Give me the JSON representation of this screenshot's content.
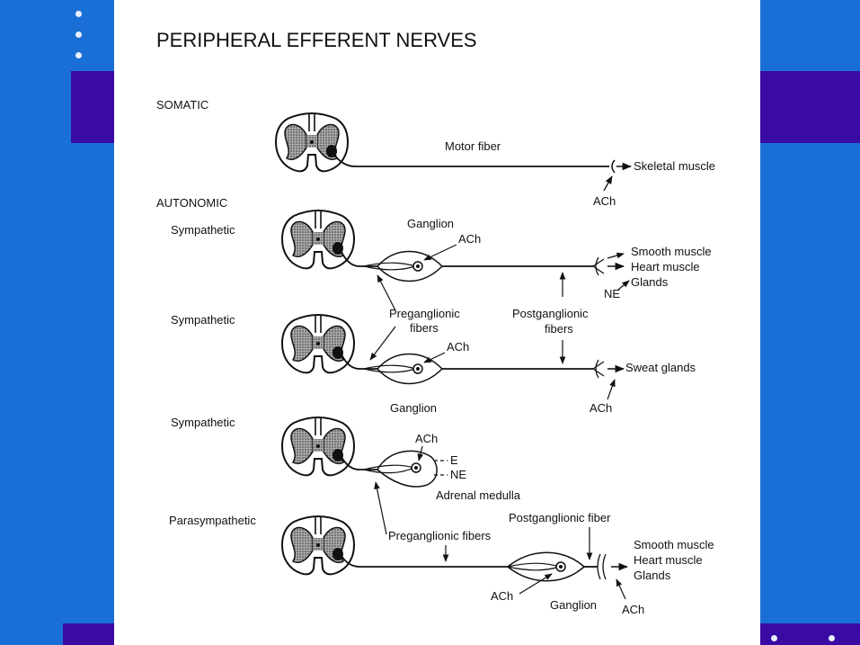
{
  "colors": {
    "background": "#1a6fd6",
    "band": "#3a0aa4",
    "slide": "#ffffff",
    "ink": "#111111",
    "bullet": "#e8f0ff"
  },
  "title": "PERIPHERAL EFFERENT NERVES",
  "sections": {
    "somatic": "SOMATIC",
    "autonomic": "AUTONOMIC"
  },
  "rows": {
    "somatic": {
      "fiber": "Motor fiber",
      "target": "Skeletal muscle",
      "transmitter": "ACh"
    },
    "sympathetic_1": {
      "label": "Sympathetic",
      "ganglion": "Ganglion",
      "ganglion_transmitter": "ACh",
      "targets": [
        "Smooth muscle",
        "Heart muscle",
        "Glands"
      ],
      "terminal_transmitter": "NE"
    },
    "shared_labels": {
      "preganglionic": [
        "Preganglionic",
        "fibers"
      ],
      "postganglionic": [
        "Postganglionic",
        "fibers"
      ]
    },
    "sympathetic_2": {
      "label": "Sympathetic",
      "ganglion_transmitter": "ACh",
      "target": "Sweat glands",
      "ganglion": "Ganglion",
      "terminal_transmitter": "ACh"
    },
    "sympathetic_3": {
      "label": "Sympathetic",
      "ganglion_transmitter": "ACh",
      "outputs": [
        "E",
        "NE"
      ],
      "organ": "Adrenal medulla"
    },
    "parasympathetic": {
      "label": "Parasympathetic",
      "postganglionic": "Postganglionic fiber",
      "preganglionic": "Preganglionic fibers",
      "targets": [
        "Smooth muscle",
        "Heart muscle",
        "Glands"
      ],
      "ganglion_transmitter": "ACh",
      "ganglion": "Ganglion",
      "terminal_transmitter": "ACh"
    }
  }
}
